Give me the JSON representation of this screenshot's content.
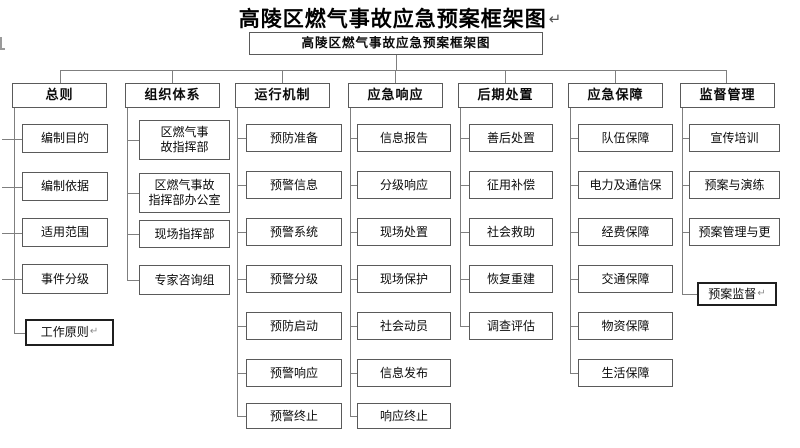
{
  "title": {
    "text": "高陵区燃气事故应急预案框架图",
    "mark": "↵"
  },
  "root": {
    "label": "高陵区燃气事故应急预案框架图"
  },
  "columns": [
    {
      "id": "general-rules",
      "header": "总则",
      "children": [
        {
          "label": "编制目的"
        },
        {
          "label": "编制依据"
        },
        {
          "label": "适用范围"
        },
        {
          "label": "事件分级"
        },
        {
          "label": "工作原则",
          "mark": "↵",
          "emphasized": true
        }
      ]
    },
    {
      "id": "organization-system",
      "header": "组织体系",
      "children": [
        {
          "label": "区燃气事\n故指挥部"
        },
        {
          "label": "区燃气事故\n指挥部办公室"
        },
        {
          "label": "现场指挥部"
        },
        {
          "label": "专家咨询组"
        }
      ]
    },
    {
      "id": "operating-mechanism",
      "header": "运行机制",
      "children": [
        {
          "label": "预防准备"
        },
        {
          "label": "预警信息"
        },
        {
          "label": "预警系统"
        },
        {
          "label": "预警分级"
        },
        {
          "label": "预防启动"
        },
        {
          "label": "预警响应"
        },
        {
          "label": "预警终止"
        }
      ]
    },
    {
      "id": "emergency-response",
      "header": "应急响应",
      "children": [
        {
          "label": "信息报告"
        },
        {
          "label": "分级响应"
        },
        {
          "label": "现场处置"
        },
        {
          "label": "现场保护"
        },
        {
          "label": "社会动员"
        },
        {
          "label": "信息发布"
        },
        {
          "label": "响应终止"
        }
      ]
    },
    {
      "id": "post-disposal",
      "header": "后期处置",
      "children": [
        {
          "label": "善后处置"
        },
        {
          "label": "征用补偿"
        },
        {
          "label": "社会救助"
        },
        {
          "label": "恢复重建"
        },
        {
          "label": "调查评估"
        }
      ]
    },
    {
      "id": "emergency-support",
      "header": "应急保障",
      "children": [
        {
          "label": "队伍保障"
        },
        {
          "label": "电力及通信保"
        },
        {
          "label": "经费保障"
        },
        {
          "label": "交通保障"
        },
        {
          "label": "物资保障"
        },
        {
          "label": "生活保障"
        }
      ]
    },
    {
      "id": "supervision-management",
      "header": "监督管理",
      "children": [
        {
          "label": "宣传培训"
        },
        {
          "label": "预案与演练"
        },
        {
          "label": "预案管理与更"
        },
        {
          "label": "预案监督",
          "mark": "↵",
          "emphasized": true
        }
      ]
    }
  ],
  "colors": {
    "line": "#7f7f7f",
    "border": "#5a5a5a",
    "border_emphasized": "#1f1f1f",
    "text": "#0a0a0a",
    "mark": "#8a8a8a"
  }
}
